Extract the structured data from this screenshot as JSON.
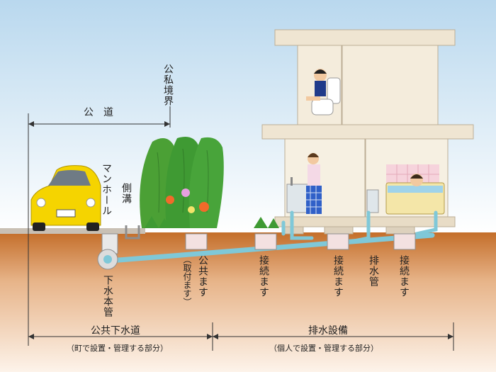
{
  "labels": {
    "public_road": "公　道",
    "public_private_boundary": "公私境界",
    "manhole": "マンホール",
    "side_ditch": "側溝",
    "public_basin": "公共ます",
    "public_basin_note": "（取付ます）",
    "main_sewer": "下水本管",
    "connection_basin": "接続ます",
    "drain_pipe": "排水管",
    "public_sewer": "公共下水道",
    "public_sewer_note": "（町で設置・管理する部分）",
    "drainage_facility": "排水設備",
    "drainage_facility_note": "（個人で設置・管理する部分）"
  },
  "colors": {
    "sky_top": "#b9d8ee",
    "ground": "#c46e2a",
    "pipe": "#7fc8d8",
    "car": "#f5d400",
    "foliage": "#3f9a33",
    "building": "#f4ecdc"
  }
}
